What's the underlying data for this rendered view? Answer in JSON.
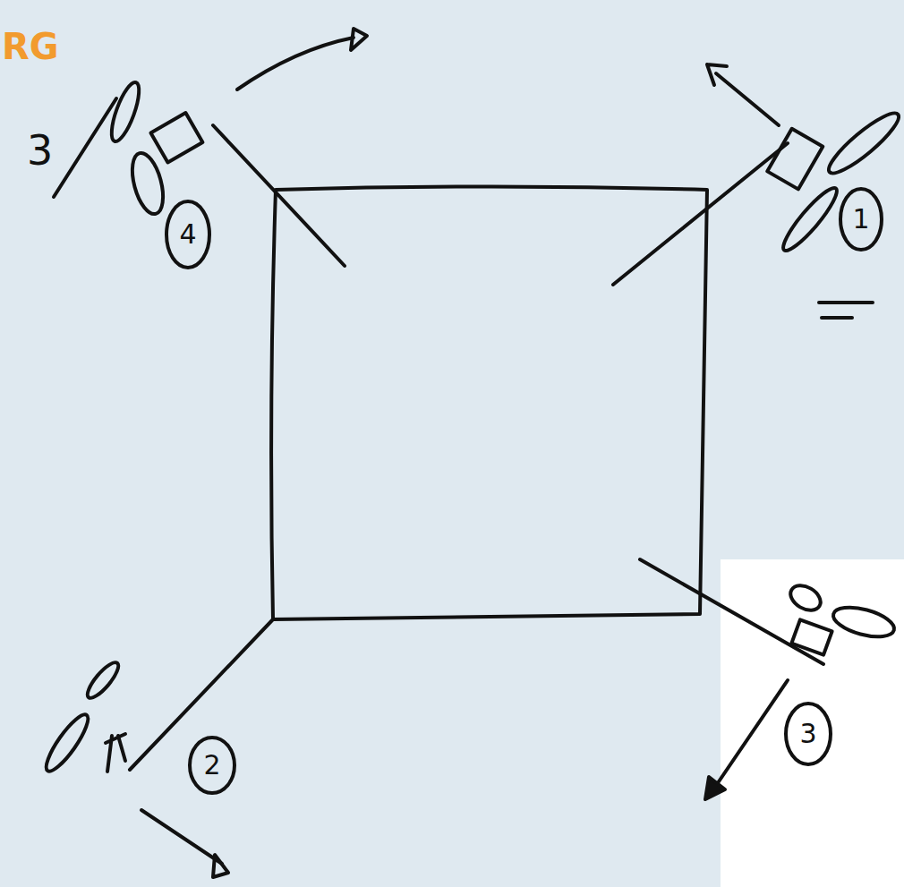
{
  "diagram": {
    "nodes": [
      {
        "text": [
          "4"
        ]
      },
      {
        "text": [
          "1"
        ]
      },
      {
        "text": [
          "2"
        ]
      },
      {
        "text": [
          "3"
        ]
      }
    ],
    "labels": [
      "RG",
      "3"
    ]
  }
}
